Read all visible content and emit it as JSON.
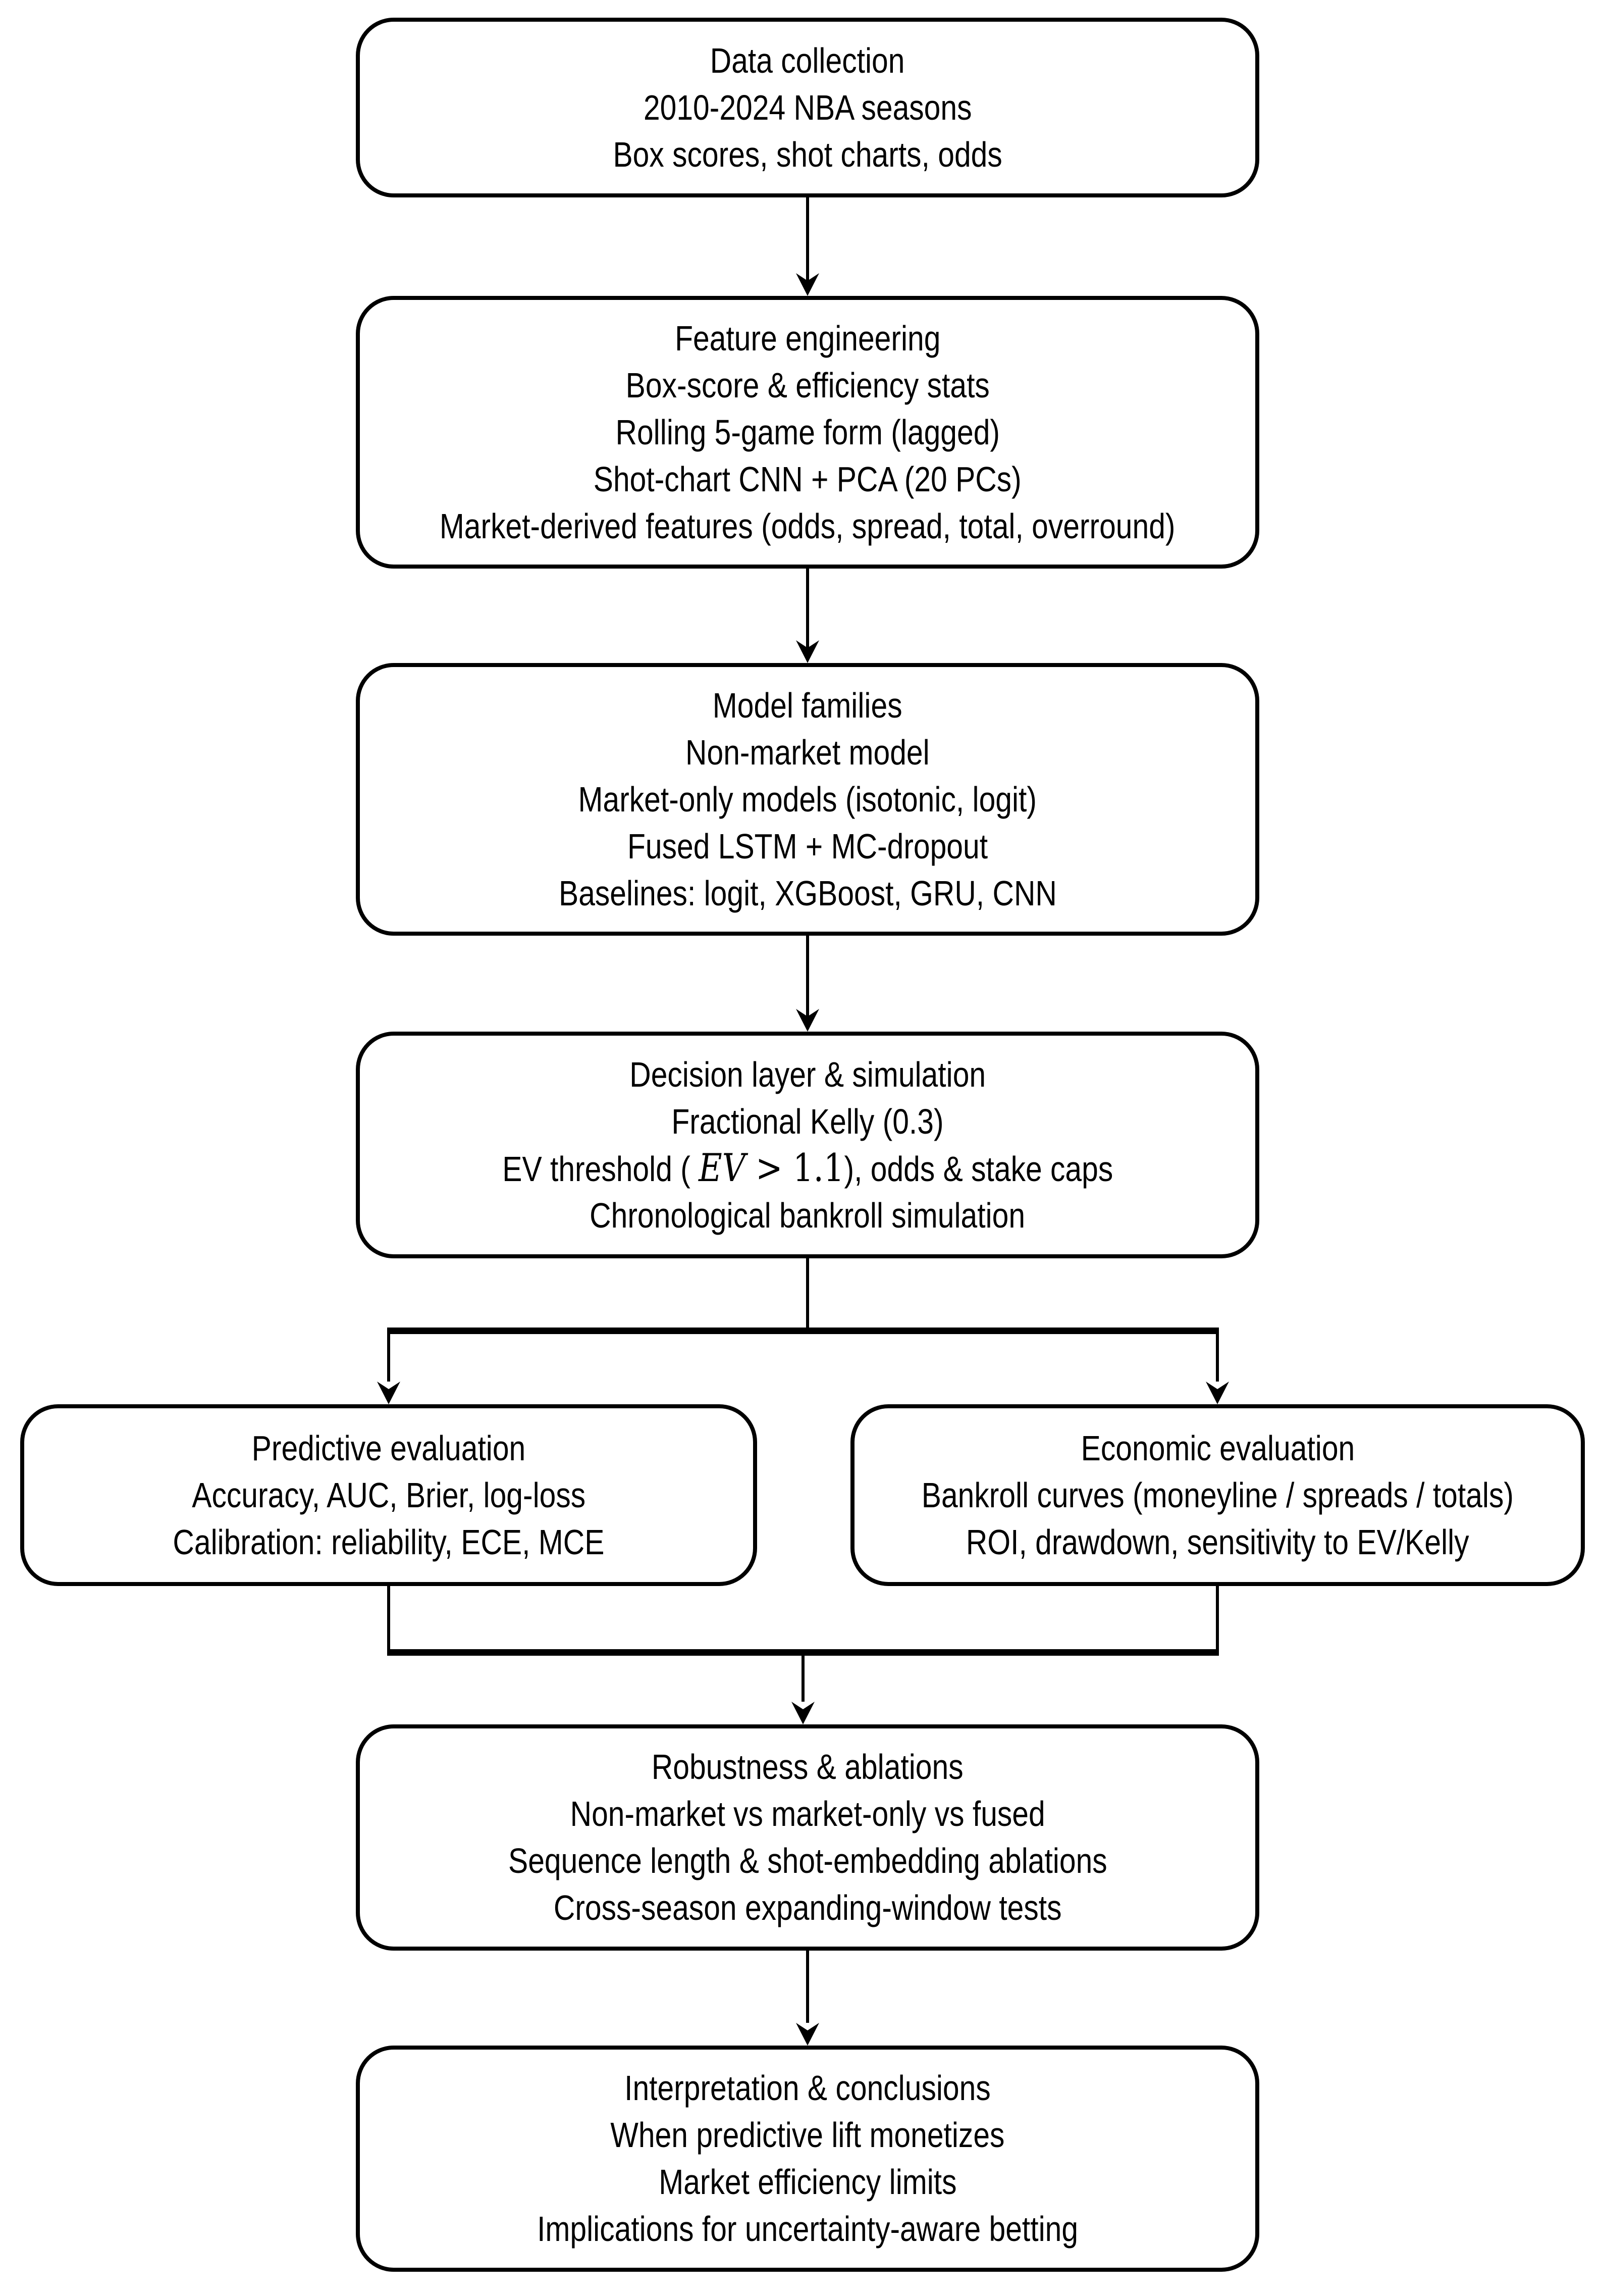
{
  "colors": {
    "ink": "#000000",
    "background": "#ffffff"
  },
  "nodes": {
    "data_collection": {
      "l1": "Data collection",
      "l2": "2010-2024 NBA seasons",
      "l3": "Box scores, shot charts, odds"
    },
    "feature_engineering": {
      "l1": "Feature engineering",
      "l2": "Box-score & efficiency stats",
      "l3": "Rolling 5-game form (lagged)",
      "l4": "Shot-chart CNN + PCA (20 PCs)",
      "l5": "Market-derived features (odds, spread, total, overround)"
    },
    "model_families": {
      "l1": "Model families",
      "l2": "Non-market model",
      "l3": "Market-only models (isotonic, logit)",
      "l4": "Fused LSTM + MC-dropout",
      "l5": "Baselines: logit, XGBoost, GRU, CNN"
    },
    "decision_layer": {
      "l1": "Decision layer & simulation",
      "l2": "Fractional Kelly (0.3)",
      "l3_pre": "EV threshold ( ",
      "l3_var": "EV",
      "l3_rel": " > 1.1",
      "l3_post": "), odds & stake caps",
      "l4": "Chronological bankroll simulation"
    },
    "predictive_evaluation": {
      "l1": "Predictive evaluation",
      "l2": "Accuracy, AUC, Brier, log-loss",
      "l3": "Calibration: reliability, ECE, MCE"
    },
    "economic_evaluation": {
      "l1": "Economic evaluation",
      "l2": "Bankroll curves (moneyline / spreads / totals)",
      "l3": "ROI, drawdown, sensitivity to EV/Kelly"
    },
    "robustness_ablations": {
      "l1": "Robustness & ablations",
      "l2": "Non-market vs market-only vs fused",
      "l3": "Sequence length & shot-embedding ablations",
      "l4": "Cross-season expanding-window tests"
    },
    "interpretation_conclusions": {
      "l1": "Interpretation & conclusions",
      "l2": "When predictive lift monetizes",
      "l3": "Market efficiency limits",
      "l4": "Implications for uncertainty-aware betting"
    }
  }
}
